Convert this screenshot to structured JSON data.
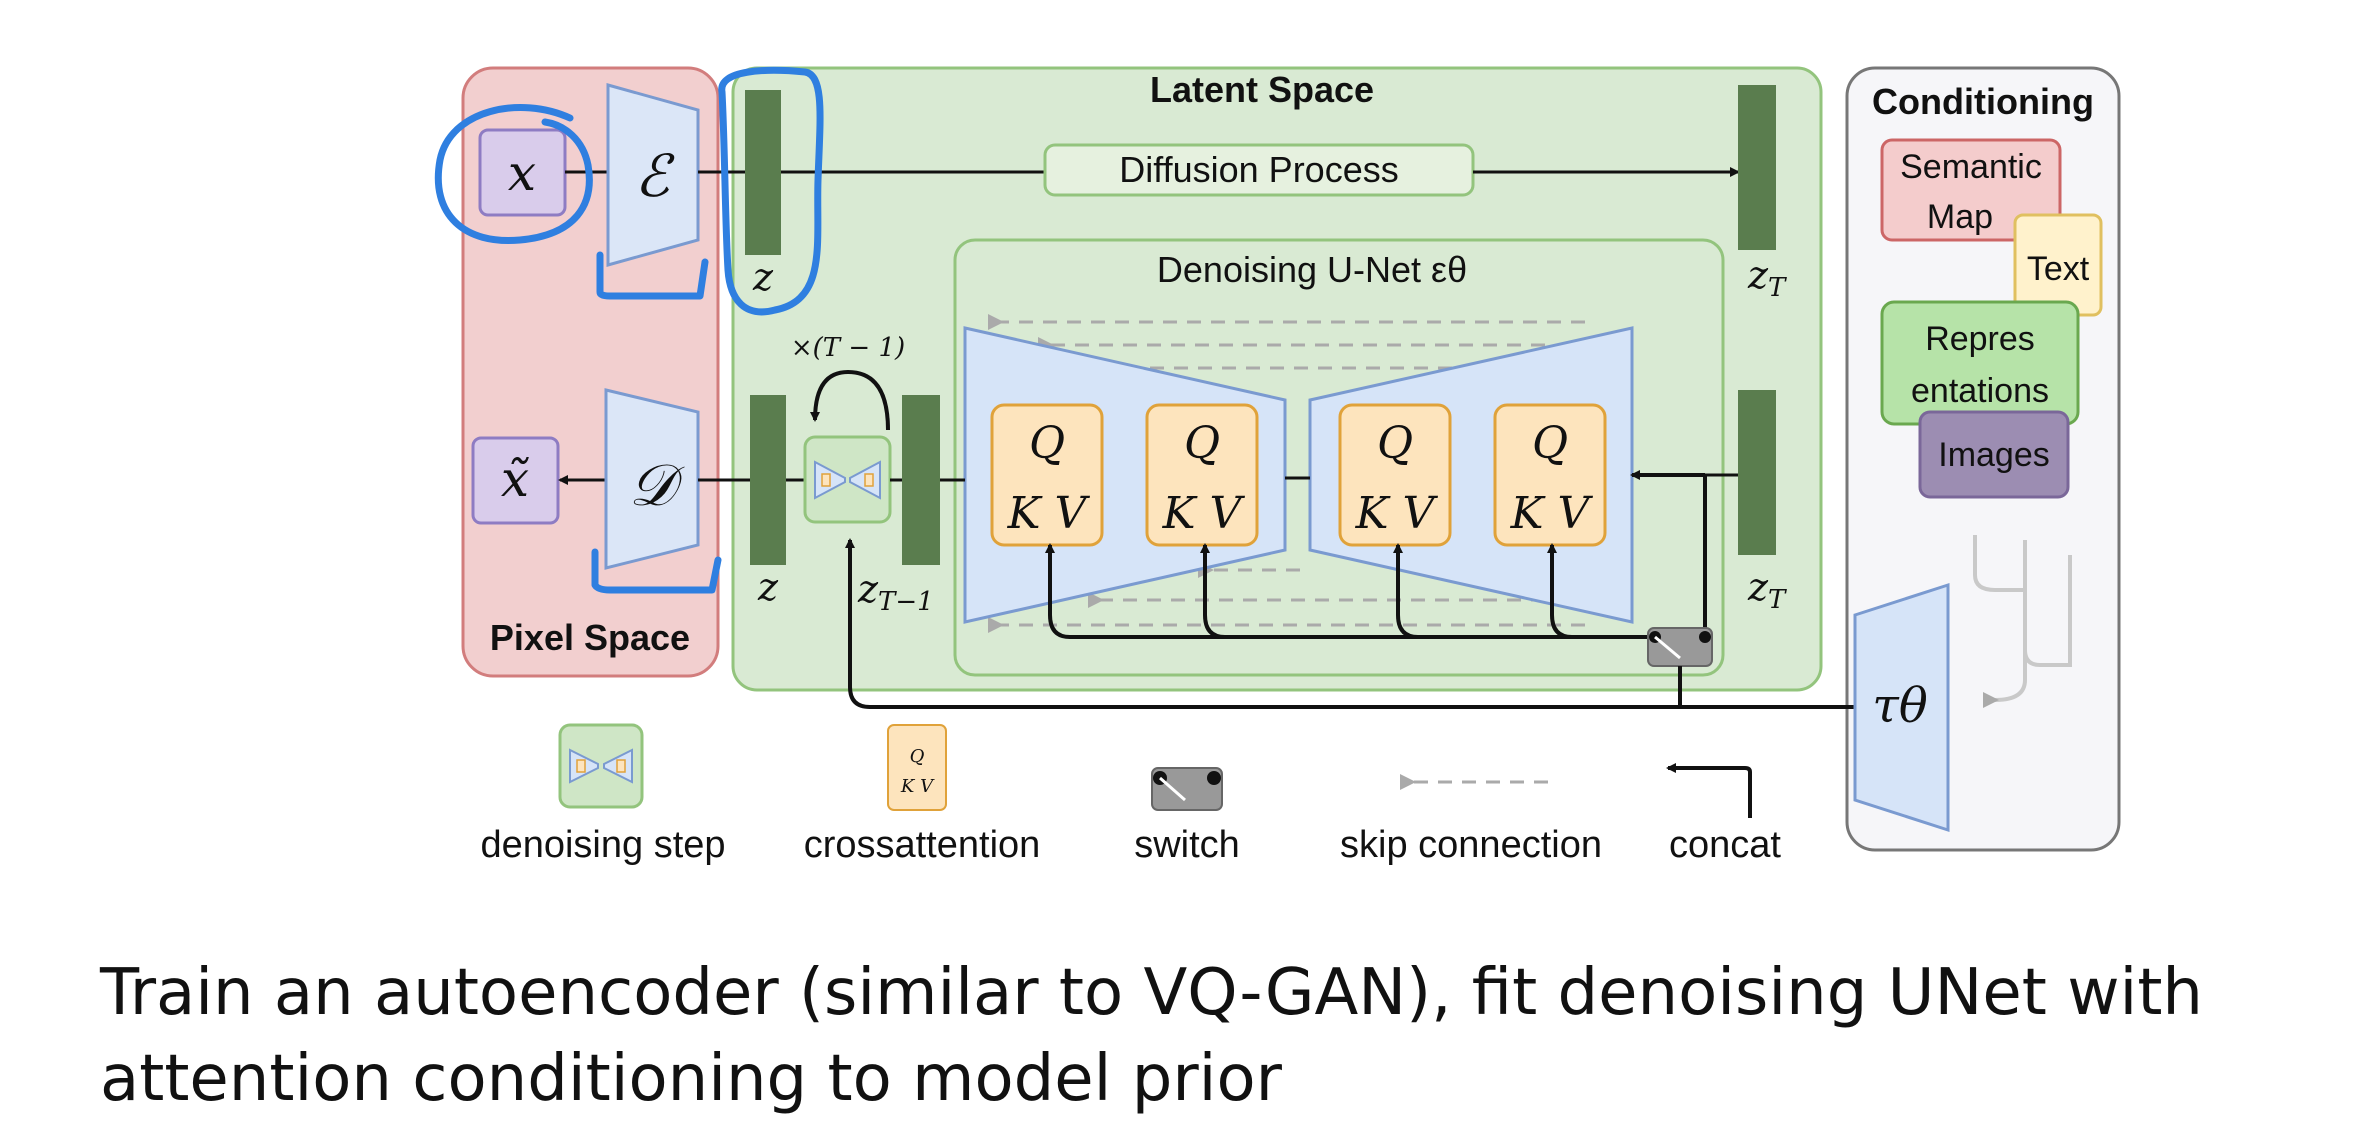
{
  "diagram": {
    "pixel_space": "Pixel Space",
    "latent_space": "Latent Space",
    "conditioning": "Conditioning",
    "diffusion_process": "Diffusion Process",
    "unet_title": "Denoising U-Net εθ",
    "input_x": "x",
    "output_x": "x̃",
    "encoder": "ℰ",
    "decoder": "𝒟",
    "z_top": "z",
    "z_bottom": "z",
    "zT_top": "z",
    "zT_bottom": "z",
    "zT_sub": "T",
    "zT1": "z",
    "zT1_sub": "T−1",
    "repeat": "×(T − 1)",
    "q": "Q",
    "kv": "K V",
    "tau": "τθ",
    "cond_items": [
      "Semantic",
      "Map",
      "Text",
      "Repres",
      "entations",
      "Images"
    ]
  },
  "legend": {
    "denoising_step": "denoising step",
    "crossattention": "crossattention",
    "switch": "switch",
    "skip": "skip connection",
    "concat": "concat"
  },
  "colors": {
    "pixel_bg": "#f2cfcf",
    "latent_bg": "#d9ead3",
    "annotation": "#2f7fe0",
    "attn": "#fde4bd"
  },
  "caption": {
    "line1": "Train an autoencoder (similar to VQ-GAN), fit denoising UNet with",
    "line2": "attention conditioning to model prior"
  }
}
